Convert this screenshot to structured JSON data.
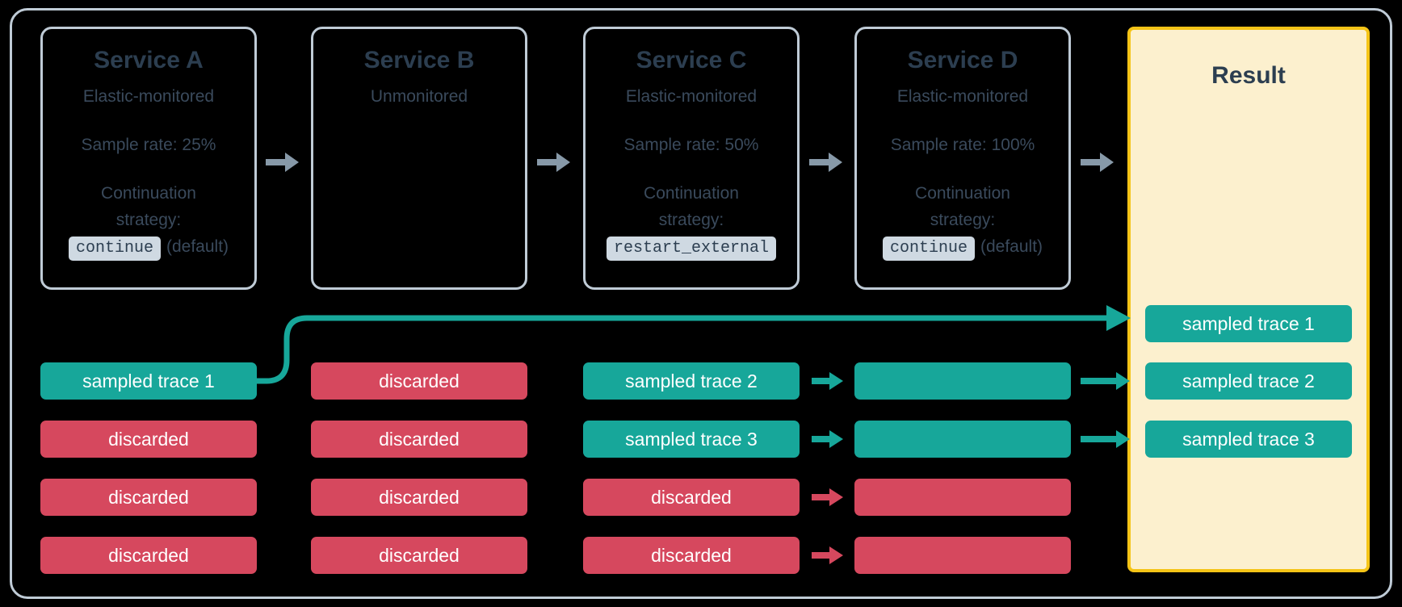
{
  "diagram": {
    "title_hidden": "",
    "colors": {
      "background": "#000000",
      "frame_border": "#bfcbd6",
      "service_border": "#bfcbd6",
      "heading_text": "#2c3e50",
      "body_text": "#3a4a5c",
      "code_badge_bg": "#cfd9e2",
      "result_fill": "#fcf0ce",
      "result_border": "#f5c417",
      "sampled": "#17a79a",
      "discarded": "#d6485e",
      "big_arrow": "#8799a8"
    }
  },
  "services": [
    {
      "name": "Service A",
      "monitoring": "Elastic-monitored",
      "sample_rate": "Sample rate: 25%",
      "strategy_label_line1": "Continuation",
      "strategy_label_line2": "strategy:",
      "strategy_code": "continue",
      "strategy_note": "(default)"
    },
    {
      "name": "Service B",
      "monitoring": "Unmonitored",
      "sample_rate": "",
      "strategy_label_line1": "",
      "strategy_label_line2": "",
      "strategy_code": "",
      "strategy_note": ""
    },
    {
      "name": "Service C",
      "monitoring": "Elastic-monitored",
      "sample_rate": "Sample rate: 50%",
      "strategy_label_line1": "Continuation",
      "strategy_label_line2": "strategy:",
      "strategy_code": "restart_external",
      "strategy_note": ""
    },
    {
      "name": "Service D",
      "monitoring": "Elastic-monitored",
      "sample_rate": "Sample rate: 100%",
      "strategy_label_line1": "Continuation",
      "strategy_label_line2": "strategy:",
      "strategy_code": "continue",
      "strategy_note": "(default)"
    }
  ],
  "result": {
    "title": "Result",
    "traces": [
      {
        "label": "sampled trace 1",
        "state": "sampled"
      },
      {
        "label": "sampled trace 2",
        "state": "sampled"
      },
      {
        "label": "sampled trace 3",
        "state": "sampled"
      }
    ]
  },
  "columns": [
    {
      "service": "Service A",
      "bars": [
        {
          "label": "sampled trace 1",
          "state": "sampled"
        },
        {
          "label": "discarded",
          "state": "discarded"
        },
        {
          "label": "discarded",
          "state": "discarded"
        },
        {
          "label": "discarded",
          "state": "discarded"
        }
      ]
    },
    {
      "service": "Service B",
      "bars": [
        {
          "label": "discarded",
          "state": "discarded"
        },
        {
          "label": "discarded",
          "state": "discarded"
        },
        {
          "label": "discarded",
          "state": "discarded"
        },
        {
          "label": "discarded",
          "state": "discarded"
        }
      ]
    },
    {
      "service": "Service C",
      "bars": [
        {
          "label": "sampled trace 2",
          "state": "sampled"
        },
        {
          "label": "sampled trace 3",
          "state": "sampled"
        },
        {
          "label": "discarded",
          "state": "discarded"
        },
        {
          "label": "discarded",
          "state": "discarded"
        }
      ]
    },
    {
      "service": "Service D",
      "bars": [
        {
          "label": "",
          "state": "sampled"
        },
        {
          "label": "",
          "state": "sampled"
        },
        {
          "label": "",
          "state": "discarded"
        },
        {
          "label": "",
          "state": "discarded"
        }
      ]
    }
  ]
}
